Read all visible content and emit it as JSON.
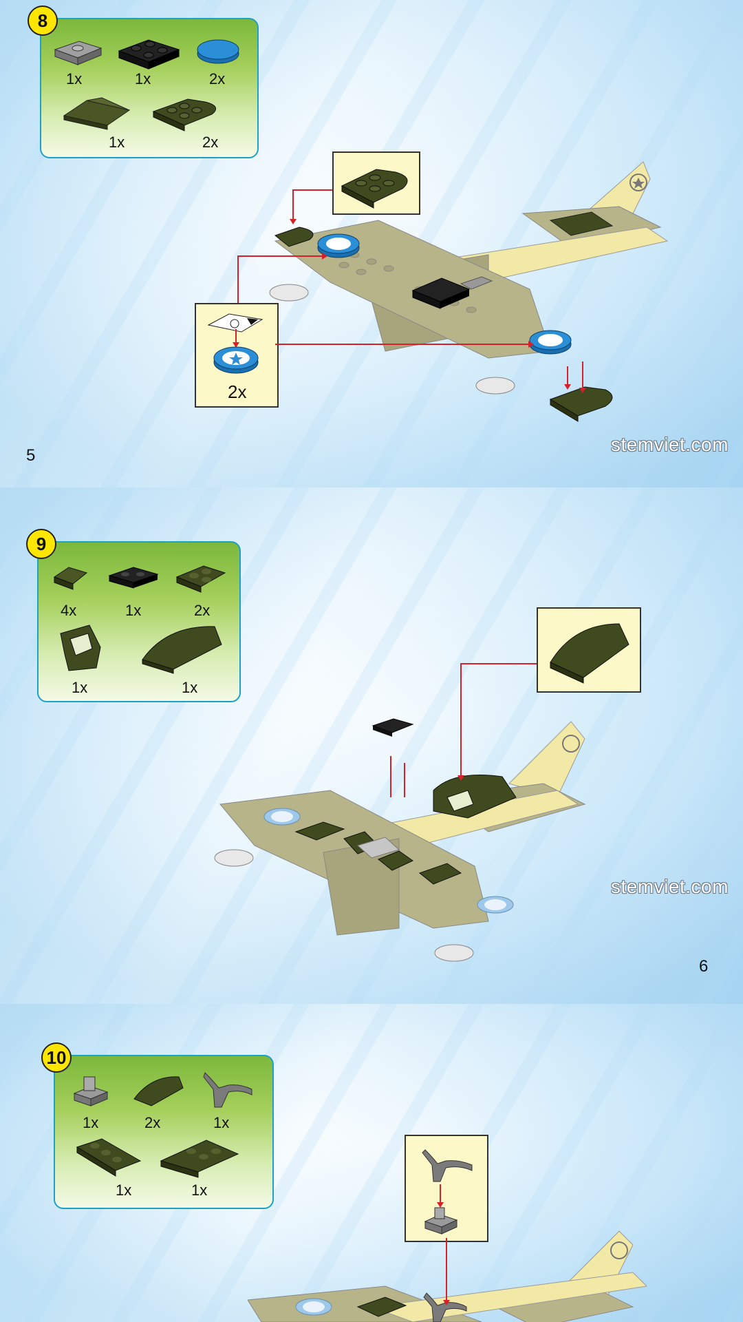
{
  "pages": [
    {
      "page_number": "5",
      "watermark": "stemviet.com",
      "step": "8",
      "parts": [
        {
          "name": "gray-1x2-jumper-plate",
          "qty": "1x"
        },
        {
          "name": "black-2x2-plate",
          "qty": "1x"
        },
        {
          "name": "blue-round-tile",
          "qty": "2x"
        },
        {
          "name": "olive-slope-wedge",
          "qty": "1x"
        },
        {
          "name": "olive-rounded-plate",
          "qty": "2x"
        }
      ],
      "callout_qty": "2x"
    },
    {
      "page_number": "6",
      "watermark": "stemviet.com",
      "step": "9",
      "parts": [
        {
          "name": "olive-small-slope",
          "qty": "4x"
        },
        {
          "name": "black-1x2-plate",
          "qty": "1x"
        },
        {
          "name": "olive-wing-plate",
          "qty": "2x"
        },
        {
          "name": "olive-windscreen",
          "qty": "1x"
        },
        {
          "name": "olive-curved-slope",
          "qty": "1x"
        }
      ]
    },
    {
      "step": "10",
      "parts": [
        {
          "name": "gray-clip-plate",
          "qty": "1x"
        },
        {
          "name": "olive-curved-slope",
          "qty": "2x"
        },
        {
          "name": "gray-control-stick",
          "qty": "1x"
        },
        {
          "name": "olive-wedge-plate-left",
          "qty": "1x"
        },
        {
          "name": "olive-wedge-plate-right",
          "qty": "1x"
        }
      ]
    }
  ],
  "colors": {
    "olive_dark": "#3f4a1e",
    "olive_khaki": "#b7b48a",
    "tan": "#f3e9a6",
    "blue_tile": "#2a8fd6",
    "black_plate": "#111111",
    "gray_plate": "#8c8c8c",
    "badge_yellow": "#ffe600",
    "callout_bg": "#fdf8c8",
    "arrow_red": "#d6202a"
  }
}
